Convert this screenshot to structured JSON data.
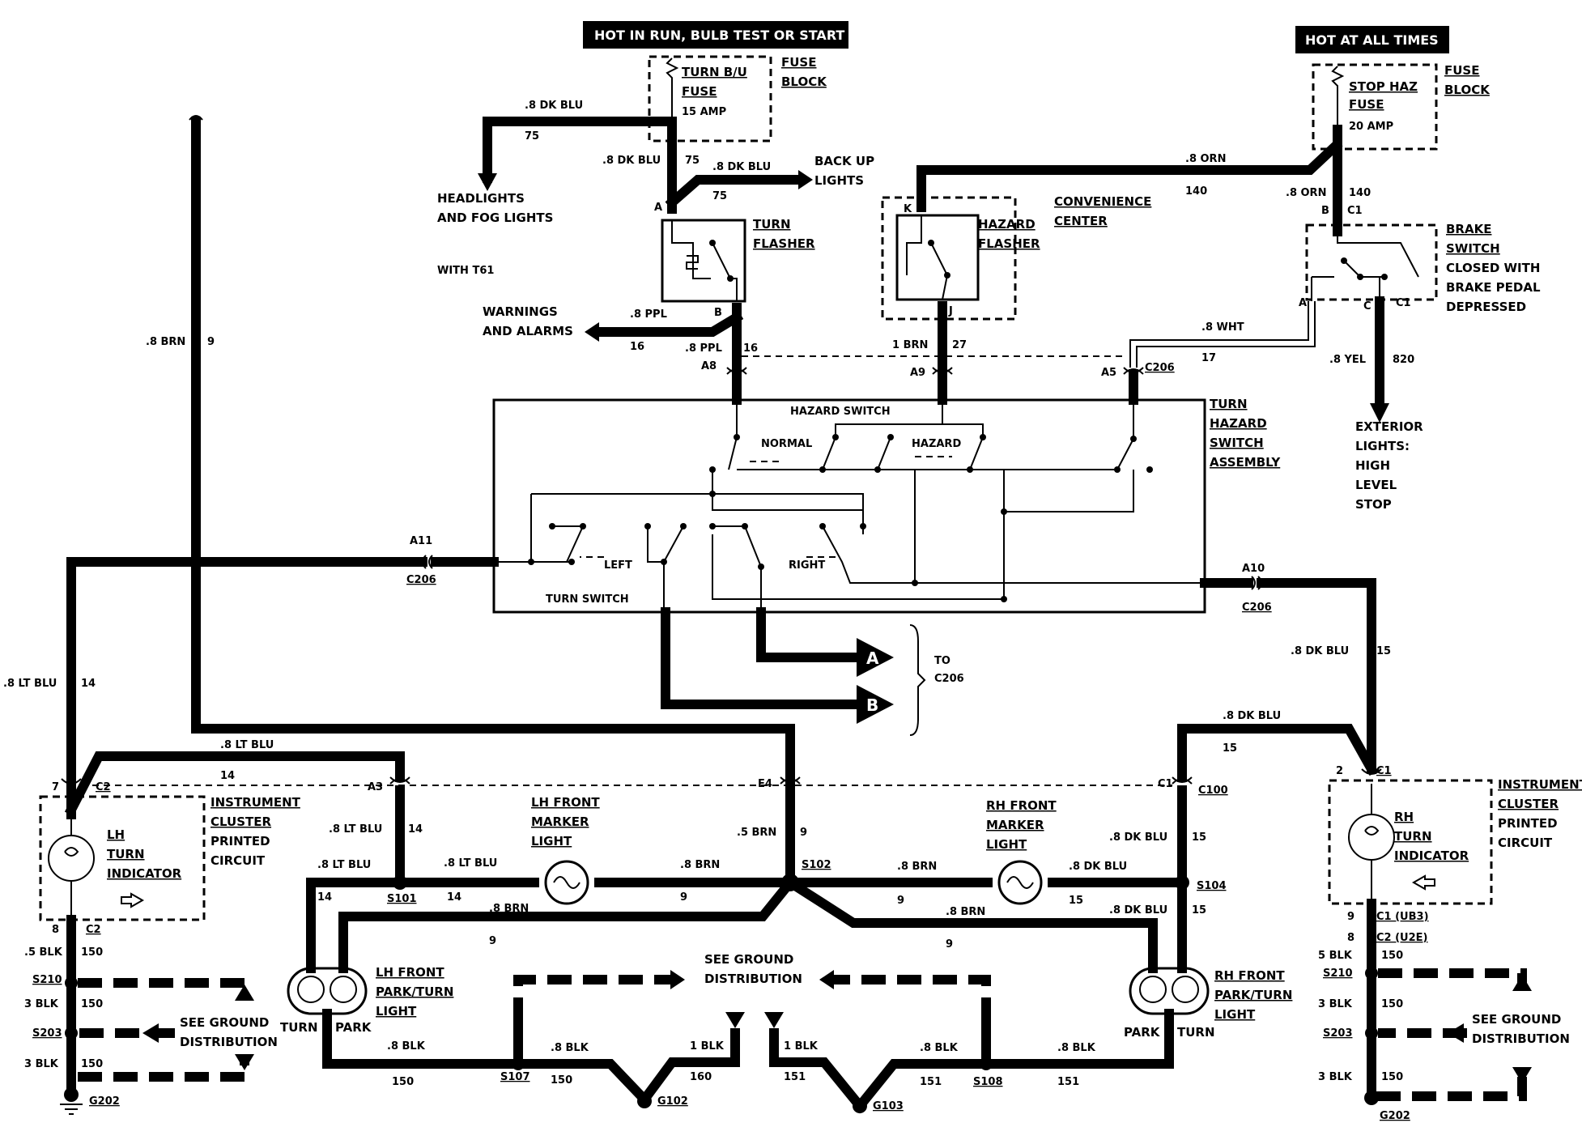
{
  "headers": {
    "left": "HOT IN RUN,  BULB TEST OR START",
    "right": "HOT AT ALL TIMES"
  },
  "fuse_left": {
    "name1": "TURN B/U",
    "name2": "FUSE",
    "rating": "15 AMP",
    "block1": "FUSE",
    "block2": "BLOCK"
  },
  "fuse_right": {
    "name1": "STOP HAZ",
    "name2": "FUSE",
    "rating": "20 AMP",
    "block1": "FUSE",
    "block2": "BLOCK"
  },
  "turn_flasher": {
    "l1": "TURN",
    "l2": "FLASHER",
    "pin_a": "A",
    "pin_b": "B"
  },
  "hazard_flasher": {
    "l1": "HAZARD",
    "l2": "FLASHER",
    "cc1": "CONVENIENCE",
    "cc2": "CENTER",
    "pin_k": "K",
    "pin_j": "J"
  },
  "brake_switch": {
    "l1": "BRAKE",
    "l2": "SWITCH",
    "l3": "CLOSED WITH",
    "l4": "BRAKE PEDAL",
    "l5": "DEPRESSED",
    "pin_b": "B",
    "pin_a": "A",
    "pin_c": "C",
    "c1a": "C1",
    "c1b": "C1"
  },
  "destinations": {
    "headlights1": "HEADLIGHTS",
    "headlights2": "AND FOG LIGHTS",
    "backup1": "BACK UP",
    "backup2": "LIGHTS",
    "warnings1": "WARNINGS",
    "warnings2": "AND ALARMS",
    "with_t61": "WITH T61",
    "ext1": "EXTERIOR",
    "ext2": "LIGHTS:",
    "ext3": "HIGH",
    "ext4": "LEVEL",
    "ext5": "STOP",
    "to": "TO",
    "to_c206": "C206",
    "arrow_a": "A",
    "arrow_b": "B"
  },
  "assembly": {
    "l1": "TURN",
    "l2": "HAZARD",
    "l3": "SWITCH",
    "l4": "ASSEMBLY",
    "hazard_switch": "HAZARD SWITCH",
    "normal": "NORMAL",
    "hazard": "HAZARD",
    "left": "LEFT",
    "right": "RIGHT",
    "turn_switch": "TURN SWITCH"
  },
  "connectors": {
    "a8": "A8",
    "a9": "A9",
    "a5": "A5",
    "c206_top": "C206",
    "a11": "A11",
    "c206_left": "C206",
    "a10": "A10",
    "c206_right": "C206",
    "a3": "A3",
    "e4": "E4",
    "c1_c100": "C1",
    "c100": "C100",
    "lh_pin7": "7",
    "lh_c2": "C2",
    "lh_pin8": "8",
    "lh_c2b": "C2",
    "rh_pin2": "2",
    "rh_c1": "C1",
    "rh_pin9": "9",
    "rh_c1b": "C1 (UB3)",
    "rh_pin8": "8",
    "rh_c2": "C2 (U2E)"
  },
  "wires": {
    "w75a": ".8 DK BLU",
    "n75a": "75",
    "w75b": ".8 DK BLU",
    "n75b": "75",
    "w75c": ".8 DK BLU",
    "n75c": "75",
    "w140a": ".8 ORN",
    "n140a": "140",
    "w140b": ".8 ORN",
    "n140b": "140",
    "w16a": ".8 PPL",
    "n16a": "16",
    "w16b": ".8 PPL",
    "n16b": "16",
    "w27": "1 BRN",
    "n27": "27",
    "w17": ".8 WHT",
    "n17": "17",
    "w820": ".8 YEL",
    "n820": "820",
    "w9main": ".8 BRN",
    "n9main": "9",
    "w14left": ".8 LT BLU",
    "n14left": "14",
    "w14top": ".8 LT BLU",
    "n14top": "14",
    "w14a3": ".8 LT BLU",
    "n14a3": "14",
    "w14s101": ".8 LT BLU",
    "n14s101": "14",
    "w14mid": ".8 LT BLU",
    "n14mid": "14",
    "w9e4": ".5 BRN",
    "n9e4": "9",
    "w9lhm": ".8 BRN",
    "n9lhm": "9",
    "w9lhp": ".8 BRN",
    "n9lhp": "9",
    "w9rhm": ".8 BRN",
    "n9rhm": "9",
    "w9rhp": ".8 BRN",
    "n9rhp": "9",
    "w15right": ".8 DK BLU",
    "n15right": "15",
    "w15top": ".8 DK BLU",
    "n15top": "15",
    "w15c100": ".8 DK BLU",
    "n15c100": "15",
    "w15rhm": ".8 DK BLU",
    "n15rhm": "15",
    "w15rhp": ".8 DK BLU",
    "n15rhp": "15",
    "w150lh1": ".5 BLK",
    "n150lh1": "150",
    "w150lh2": "3 BLK",
    "n150lh2": "150",
    "w150lh3": "3 BLK",
    "n150lh3": "150",
    "w150lhp": ".8 BLK",
    "n150lhp": "150",
    "w150s107": ".8 BLK",
    "n150s107": "150",
    "w160": "1 BLK",
    "n160": "160",
    "w151a": "1 BLK",
    "n151a": "151",
    "w151b": ".8 BLK",
    "n151b": "151",
    "w151c": ".8 BLK",
    "n151c": "151",
    "w150rh1": "5 BLK",
    "n150rh1": "150",
    "w150rh2": "3 BLK",
    "n150rh2": "150",
    "w150rh3": "3 BLK",
    "n150rh3": "150"
  },
  "splices": {
    "s101": "S101",
    "s102": "S102",
    "s104": "S104",
    "s210l": "S210",
    "s203l": "S203",
    "s210r": "S210",
    "s203r": "S203",
    "s107": "S107",
    "s108": "S108"
  },
  "grounds": {
    "g202l": "G202",
    "g102": "G102",
    "g103": "G103",
    "g202r": "G202"
  },
  "ground_dist": {
    "l1": "SEE GROUND",
    "l2": "DISTRIBUTION",
    "c1": "SEE GROUND",
    "c2": "DISTRIBUTION",
    "r1": "SEE GROUND",
    "r2": "DISTRIBUTION"
  },
  "cluster_left": {
    "l1": "INSTRUMENT",
    "l2": "CLUSTER",
    "l3": "PRINTED",
    "l4": "CIRCUIT",
    "ind1": "LH",
    "ind2": "TURN",
    "ind3": "INDICATOR"
  },
  "cluster_right": {
    "l1": "INSTRUMENT",
    "l2": "CLUSTER",
    "l3": "PRINTED",
    "l4": "CIRCUIT",
    "ind1": "RH",
    "ind2": "TURN",
    "ind3": "INDICATOR"
  },
  "lh_marker": {
    "l1": "LH FRONT",
    "l2": "MARKER",
    "l3": "LIGHT"
  },
  "rh_marker": {
    "l1": "RH FRONT",
    "l2": "MARKER",
    "l3": "LIGHT"
  },
  "lh_park": {
    "l1": "LH FRONT",
    "l2": "PARK/TURN",
    "l3": "LIGHT",
    "turn": "TURN",
    "park": "PARK"
  },
  "rh_park": {
    "l1": "RH FRONT",
    "l2": "PARK/TURN",
    "l3": "LIGHT",
    "turn": "TURN",
    "park": "PARK"
  }
}
